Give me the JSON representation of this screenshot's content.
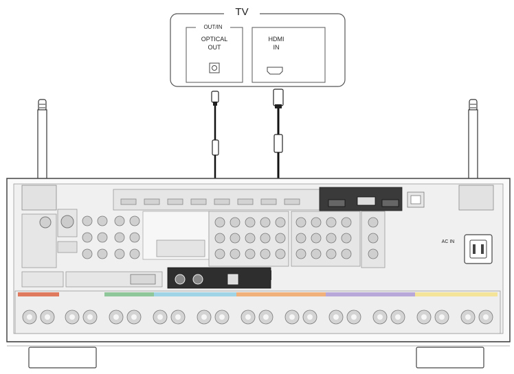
{
  "tv": {
    "title": "TV",
    "out_in_label": "OUT/IN",
    "optical_out_line1": "OPTICAL",
    "optical_out_line2": "OUT",
    "hdmi_in_line1": "HDMI",
    "hdmi_in_line2": "IN"
  },
  "receiver": {
    "ac_in_label": "AC IN",
    "colors": {
      "body": "#f2f2f2",
      "panel": "#e4e4e4",
      "dark_strip": "#2b2b2b",
      "jack": "#bdbdbd",
      "red": "#e07a5f",
      "green": "#8fc79a",
      "cyan": "#9fd3e6",
      "orange": "#f0b27a",
      "purple": "#b7a8d9",
      "yellow": "#f3e49a"
    }
  }
}
